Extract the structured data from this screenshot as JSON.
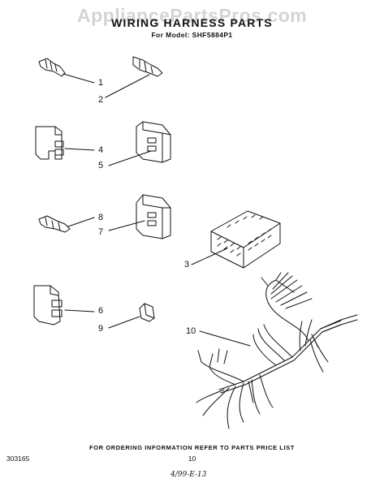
{
  "watermark": "AppliancePartsPros.com",
  "header": {
    "title": "WIRING HARNESS PARTS",
    "subtitle": "For Model: SHF5884P1"
  },
  "callouts": [
    "1",
    "2",
    "3",
    "4",
    "5",
    "6",
    "7",
    "8",
    "9",
    "10"
  ],
  "footer": {
    "ordering_note": "FOR ORDERING INFORMATION REFER TO PARTS PRICE LIST",
    "doc_number": "303165",
    "page_number": "10",
    "handwritten_note": "4/99-E-13"
  }
}
